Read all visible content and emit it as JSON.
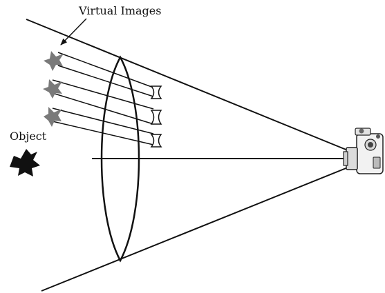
{
  "labels": {
    "virtual_images": "Virtual Images",
    "object": "Object"
  },
  "colors": {
    "line": "#111111",
    "virtual_image": "#7a7a7a",
    "object": "#111111",
    "camera_body": "#f2f2f2",
    "camera_outline": "#222222"
  },
  "icons": {
    "object": "splat-shape",
    "virtual_image": "splat-shape",
    "lenslet": "concave-lens",
    "camera": "camera-icon"
  }
}
